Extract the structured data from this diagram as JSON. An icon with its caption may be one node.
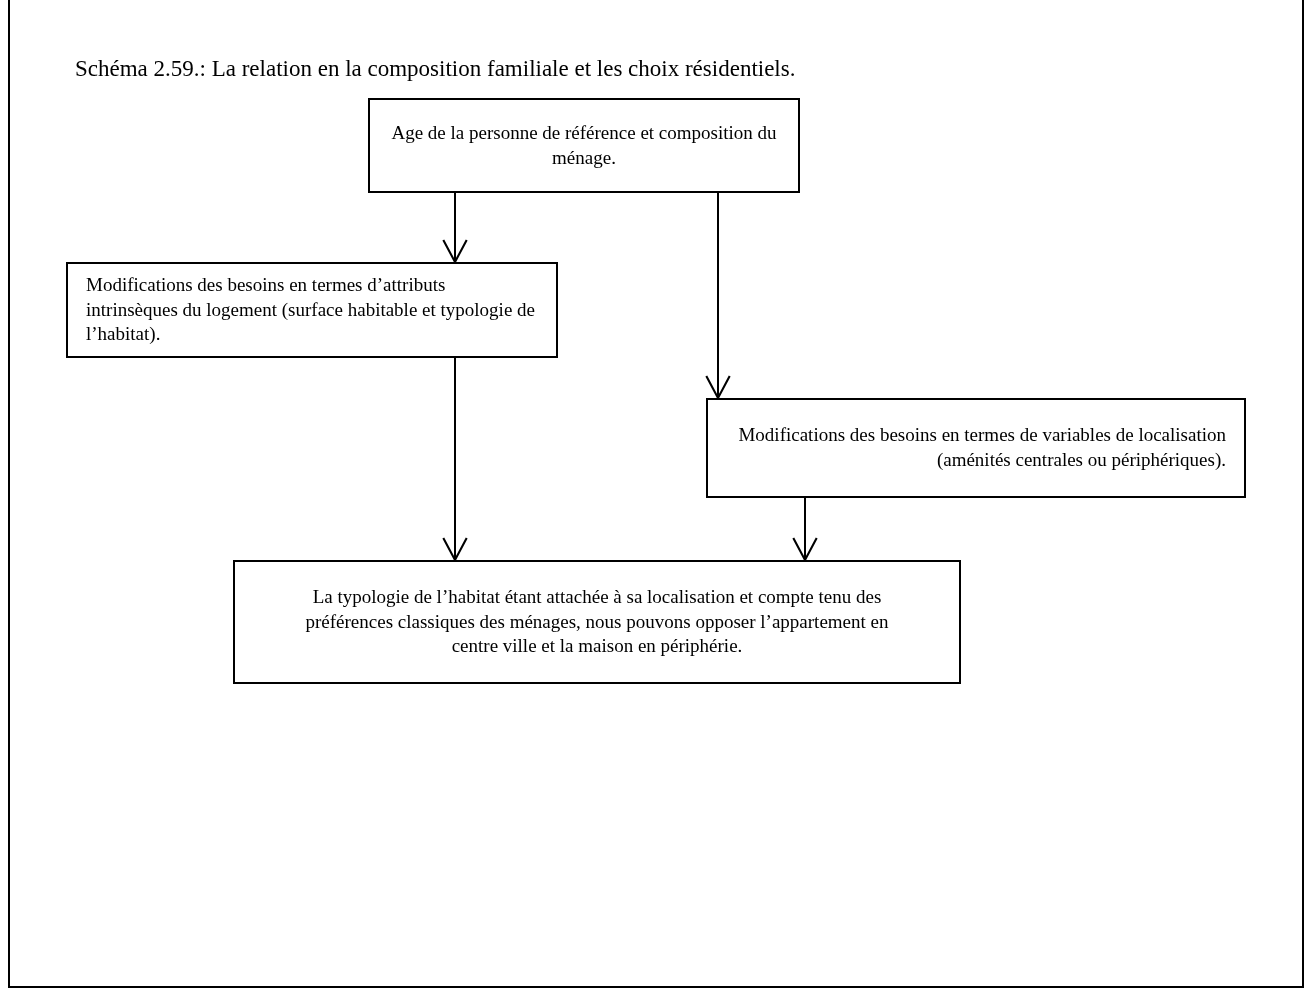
{
  "diagram": {
    "title": "Schéma 2.59.: La relation en la composition familiale et les choix résidentiels.",
    "nodes": [
      {
        "text": [
          "Age de la personne de référence et composition du ménage."
        ]
      },
      {
        "text": [
          "Modifications des besoins en termes d’attributs intrinsèques du logement (surface habitable et typologie de l’habitat)."
        ]
      },
      {
        "text": [
          "Modifications des besoins en termes de variables de localisation (aménités centrales ou périphériques)."
        ]
      },
      {
        "text": [
          "La typologie de l’habitat étant attachée à sa localisation et compte tenu des préférences classiques des ménages, nous pouvons opposer l’appartement en centre ville et la maison en périphérie."
        ]
      }
    ],
    "edges": [
      {
        "from": 0,
        "to": 1,
        "arrow": "to"
      },
      {
        "from": 0,
        "to": 2,
        "arrow": "to"
      },
      {
        "from": 1,
        "to": 3,
        "arrow": "to"
      },
      {
        "from": 2,
        "to": 3,
        "arrow": "to"
      }
    ]
  }
}
